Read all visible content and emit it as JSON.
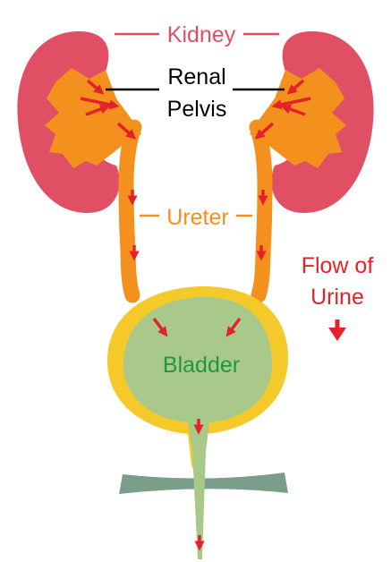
{
  "labels": {
    "kidney": "Kidney",
    "renal_line1": "Renal",
    "renal_line2": "Pelvis",
    "ureter": "Ureter",
    "flow_line1": "Flow of",
    "flow_line2": "Urine",
    "bladder": "Bladder"
  },
  "colors": {
    "kidney": "#e04f63",
    "kidney_label": "#e04f63",
    "pelvis": "#f4901e",
    "ureter": "#f4901e",
    "ureter_label": "#f4901e",
    "bladder_rim": "#f6c92a",
    "bladder_fill": "#a8c98a",
    "bladder_label": "#1f9a3a",
    "floor": "#7b9e8a",
    "arrow": "#e52229",
    "flow_label": "#e52229",
    "leader": "#000000"
  },
  "icons": {
    "flow_arrow": "down-arrow-icon"
  }
}
